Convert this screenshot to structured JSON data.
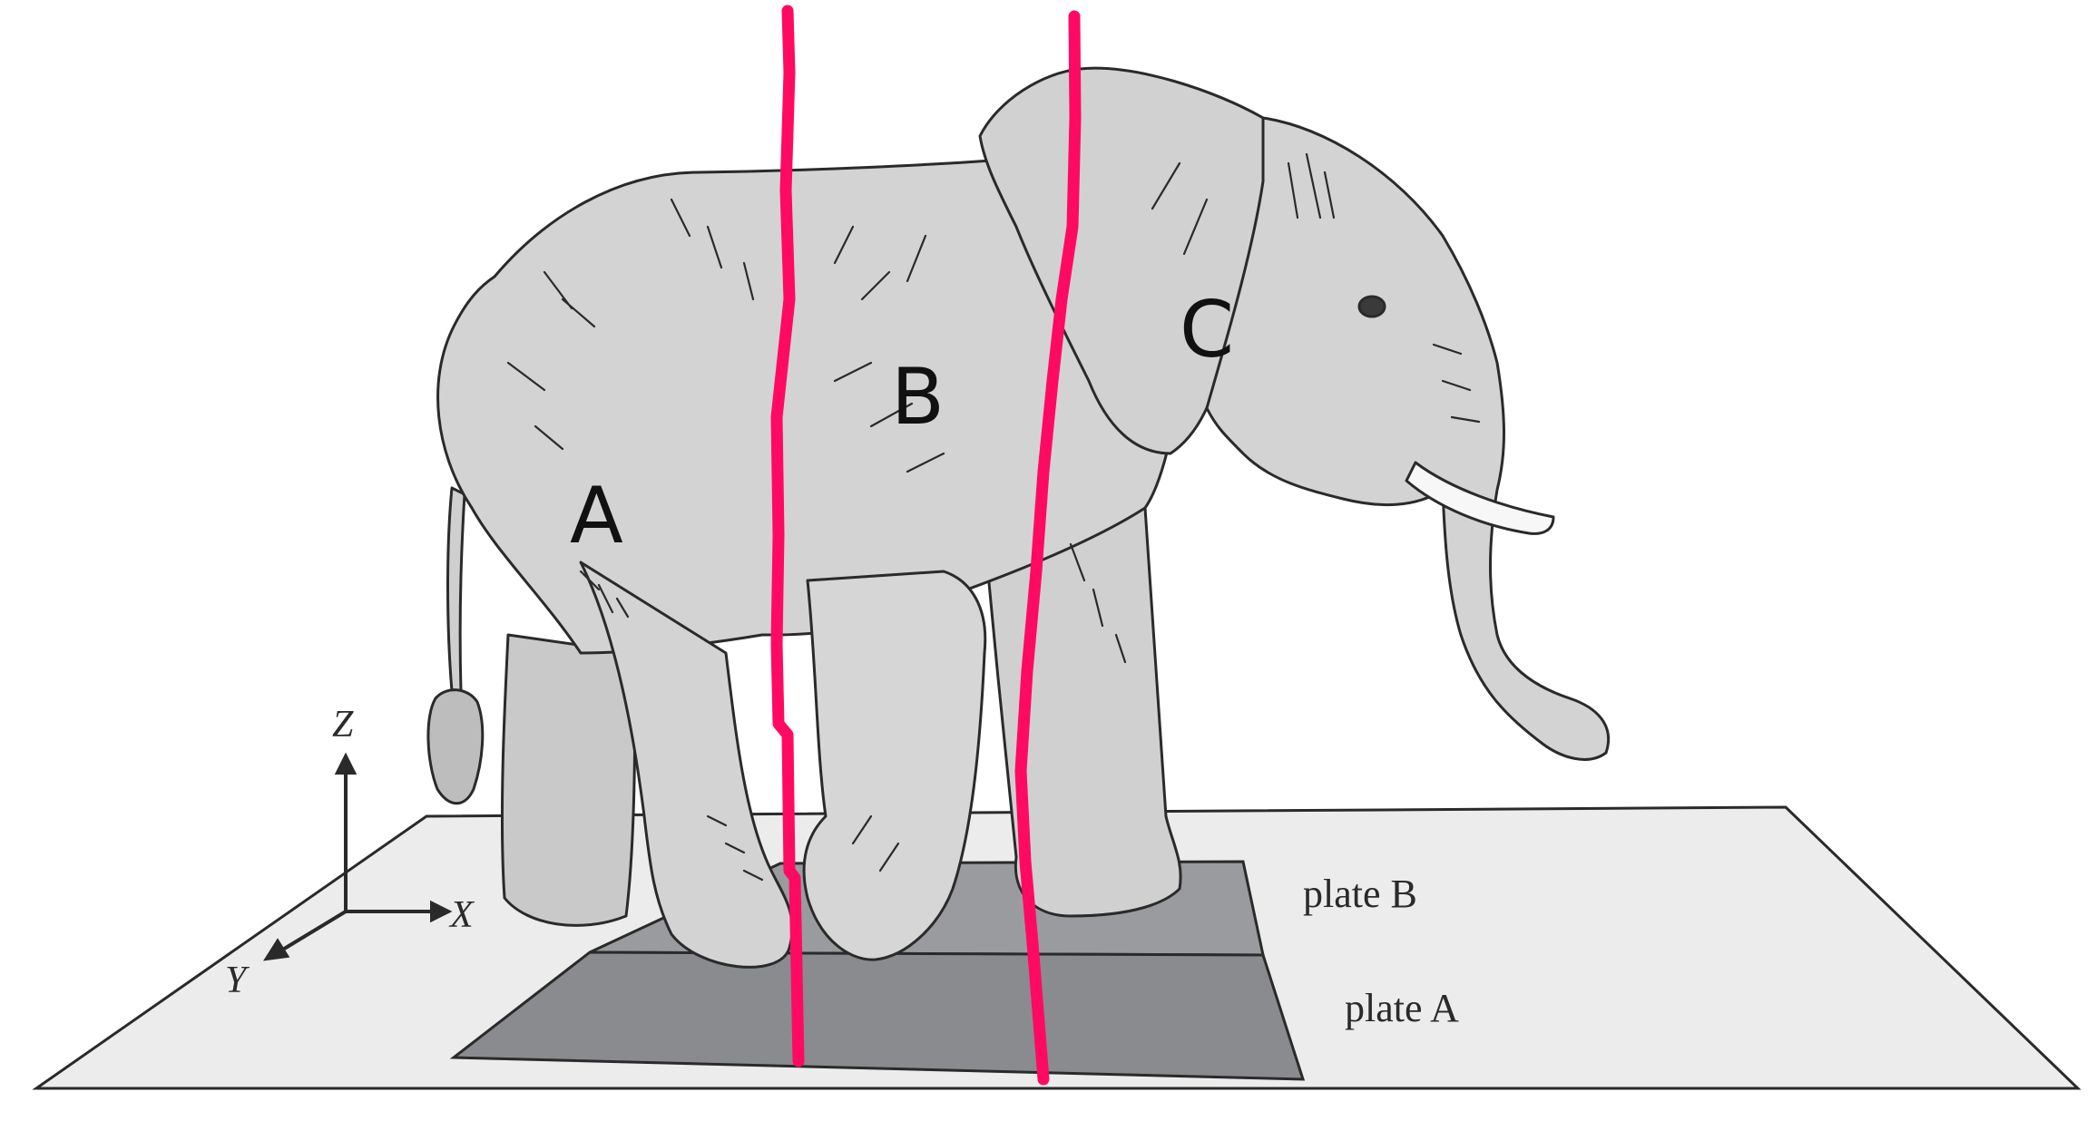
{
  "figure": {
    "plate_labels": {
      "plate_b": "plate B",
      "plate_a": "plate A"
    },
    "axes": {
      "z": "Z",
      "x": "X",
      "y": "Y"
    },
    "region_labels": {
      "a": "A",
      "b": "B",
      "c": "C"
    },
    "colors": {
      "floor_fill": "#ececec",
      "plate_fill": "#8e8f92",
      "elephant_fill": "#d3d3d3",
      "outline": "#2a2a2a",
      "divider_line": "#ff0a63",
      "tusk_fill": "#f7f7f7"
    },
    "icons": [
      "elephant-illustration",
      "axis-arrows"
    ]
  }
}
